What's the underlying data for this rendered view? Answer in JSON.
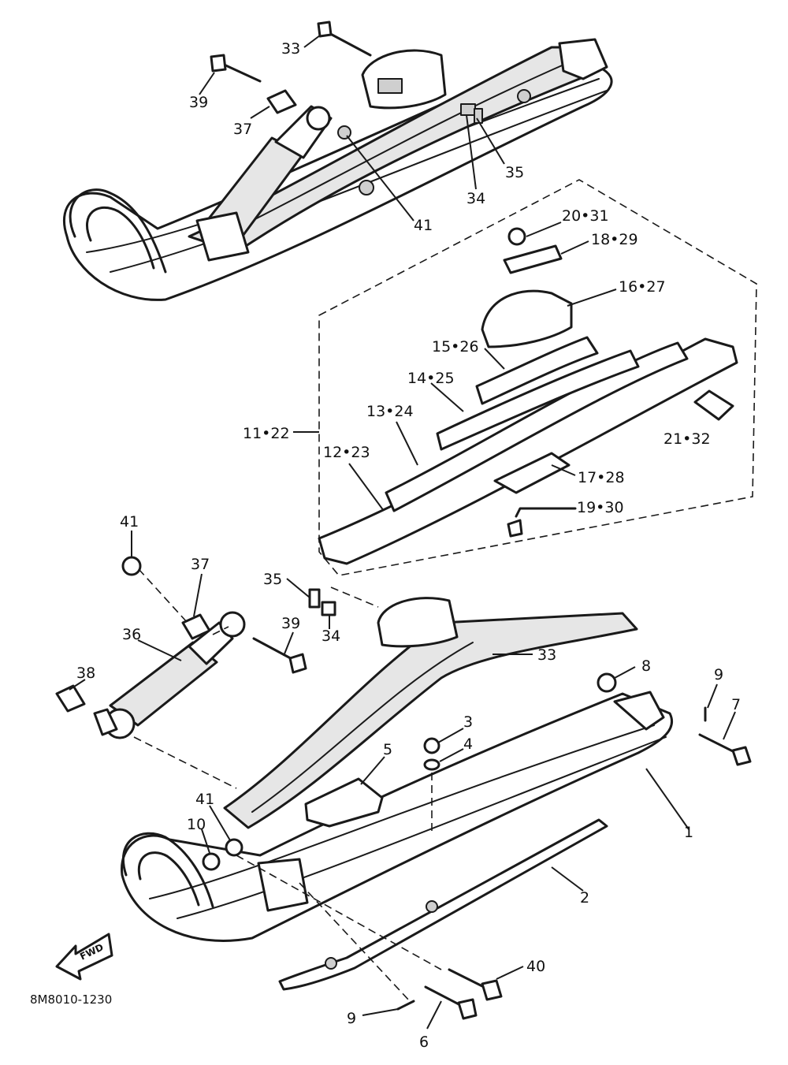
{
  "diagram": {
    "drawing_code": "8M8010-1230",
    "fwd_label": "FWD",
    "callouts": [
      {
        "id": "33a",
        "text": "33"
      },
      {
        "id": "39a",
        "text": "39"
      },
      {
        "id": "37a",
        "text": "37"
      },
      {
        "id": "35a",
        "text": "35"
      },
      {
        "id": "34a",
        "text": "34"
      },
      {
        "id": "41a",
        "text": "41"
      },
      {
        "id": "2031",
        "text": "20•31"
      },
      {
        "id": "1829",
        "text": "18•29"
      },
      {
        "id": "1627",
        "text": "16•27"
      },
      {
        "id": "1526",
        "text": "15•26"
      },
      {
        "id": "1425",
        "text": "14•25"
      },
      {
        "id": "1324",
        "text": "13•24"
      },
      {
        "id": "1122",
        "text": "11•22"
      },
      {
        "id": "1223",
        "text": "12•23"
      },
      {
        "id": "2132",
        "text": "21•32"
      },
      {
        "id": "1728",
        "text": "17•28"
      },
      {
        "id": "1930",
        "text": "19•30"
      },
      {
        "id": "41b",
        "text": "41"
      },
      {
        "id": "37b",
        "text": "37"
      },
      {
        "id": "35b",
        "text": "35"
      },
      {
        "id": "34b",
        "text": "34"
      },
      {
        "id": "36",
        "text": "36"
      },
      {
        "id": "39b",
        "text": "39"
      },
      {
        "id": "38",
        "text": "38"
      },
      {
        "id": "33b",
        "text": "33"
      },
      {
        "id": "8",
        "text": "8"
      },
      {
        "id": "9a",
        "text": "9"
      },
      {
        "id": "7",
        "text": "7"
      },
      {
        "id": "3",
        "text": "3"
      },
      {
        "id": "4",
        "text": "4"
      },
      {
        "id": "5",
        "text": "5"
      },
      {
        "id": "1",
        "text": "1"
      },
      {
        "id": "41c",
        "text": "41"
      },
      {
        "id": "10",
        "text": "10"
      },
      {
        "id": "2",
        "text": "2"
      },
      {
        "id": "40",
        "text": "40"
      },
      {
        "id": "9b",
        "text": "9"
      },
      {
        "id": "6",
        "text": "6"
      }
    ]
  }
}
